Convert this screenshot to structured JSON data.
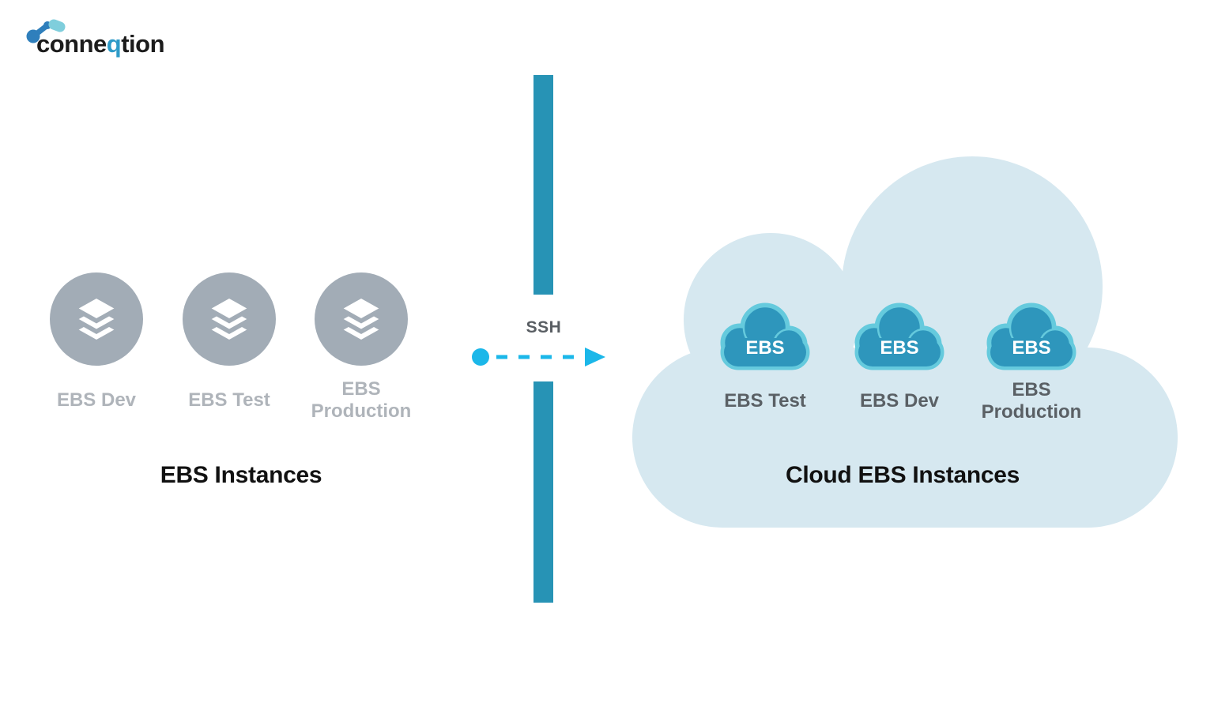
{
  "logo": {
    "prefix": "conne",
    "accent": "q",
    "suffix": "tion",
    "text_color": "#1B1B1B",
    "accent_color": "#2E9BC8",
    "icon_dark_color": "#2F7FBC",
    "icon_light_color": "#7FCEDC"
  },
  "on_prem": {
    "title": "EBS Instances",
    "icon": "layers-icon",
    "circle_color": "#A2ACB6",
    "label_color": "#AFB4BA",
    "instances": [
      {
        "label": "EBS Dev"
      },
      {
        "label": "EBS Test"
      },
      {
        "label": "EBS Production"
      }
    ]
  },
  "connection": {
    "label": "SSH",
    "label_color": "#595E63",
    "arrow_color": "#1BB7E9",
    "firewall_color": "#2793B5"
  },
  "cloud": {
    "title": "Cloud EBS Instances",
    "fill_color": "#D6E8F0",
    "badge_fill": "#2E96BC",
    "badge_outline": "#65CADD",
    "label_color": "#5A6065",
    "instances": [
      {
        "badge": "EBS",
        "label": "EBS Test"
      },
      {
        "badge": "EBS",
        "label": "EBS Dev"
      },
      {
        "badge": "EBS",
        "label": "EBS Production"
      }
    ]
  }
}
